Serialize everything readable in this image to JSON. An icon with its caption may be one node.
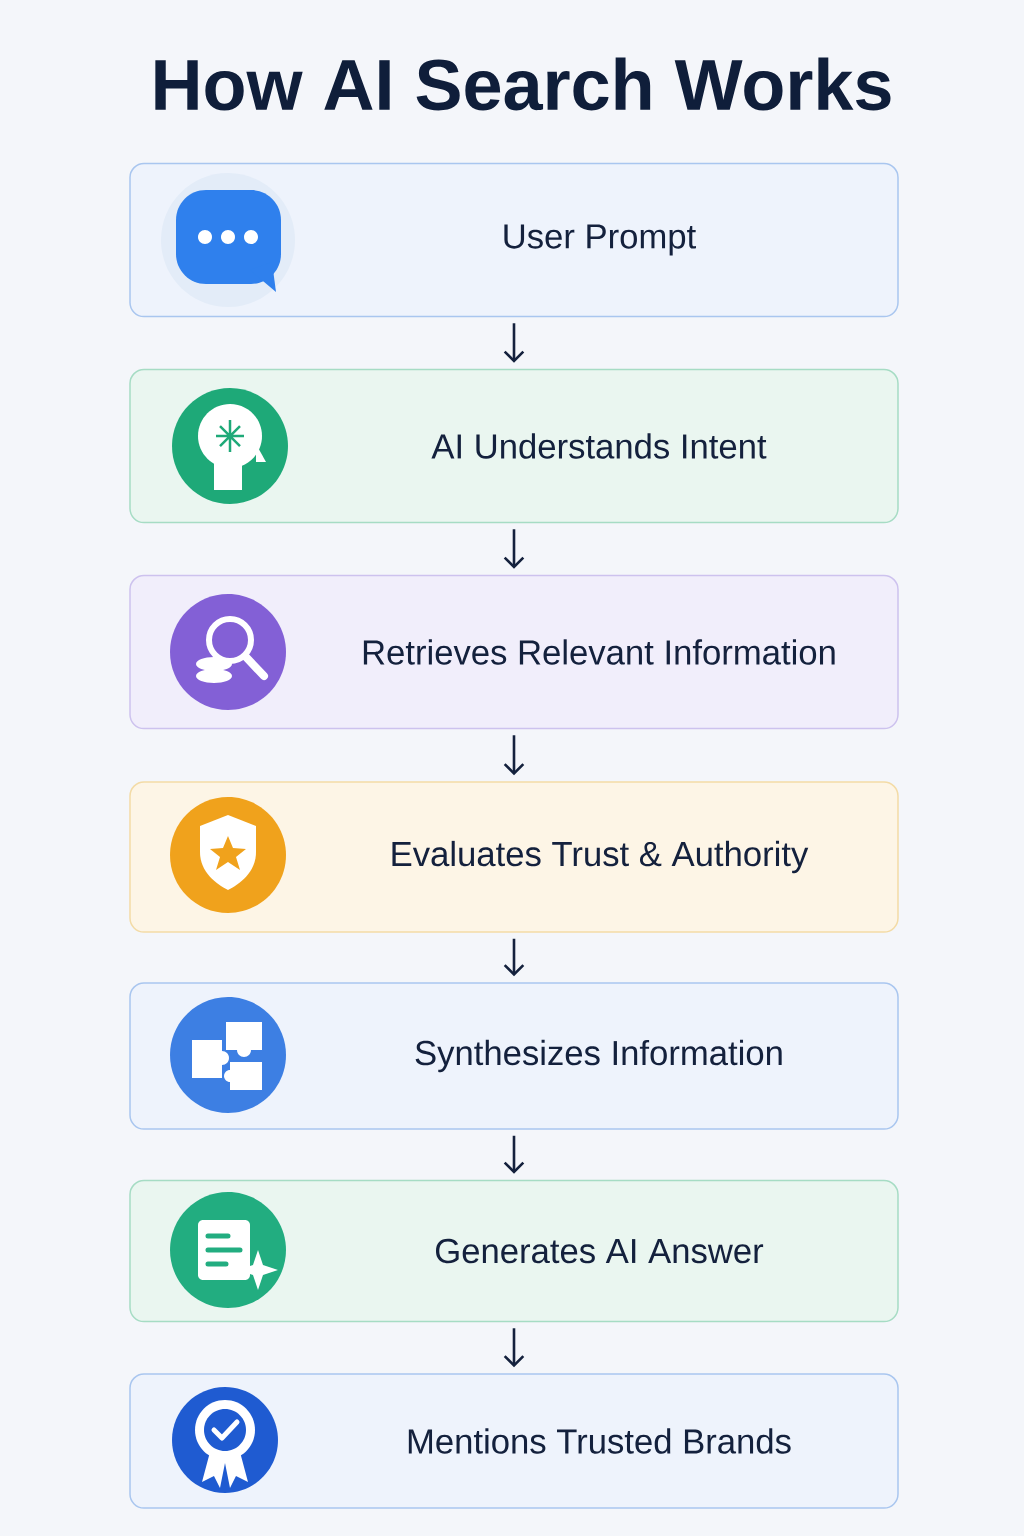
{
  "diagram": {
    "title": "How AI Search Works",
    "nodes": [
      {
        "text": [
          "User Prompt"
        ]
      },
      {
        "text": [
          "AI Understands Intent"
        ]
      },
      {
        "text": [
          "Retrieves Relevant Information"
        ]
      },
      {
        "text": [
          "Evaluates Trust & Authority"
        ]
      },
      {
        "text": [
          "Synthesizes Information"
        ]
      },
      {
        "text": [
          "Generates AI Answer"
        ]
      },
      {
        "text": [
          "Mentions Trusted Brands"
        ]
      }
    ],
    "edges": [
      {
        "from": 0,
        "to": 1,
        "arrow": "to"
      },
      {
        "from": 1,
        "to": 2,
        "arrow": "to"
      },
      {
        "from": 2,
        "to": 3,
        "arrow": "to"
      },
      {
        "from": 3,
        "to": 4,
        "arrow": "to"
      },
      {
        "from": 4,
        "to": 5,
        "arrow": "to"
      },
      {
        "from": 5,
        "to": 6,
        "arrow": "to"
      }
    ]
  }
}
